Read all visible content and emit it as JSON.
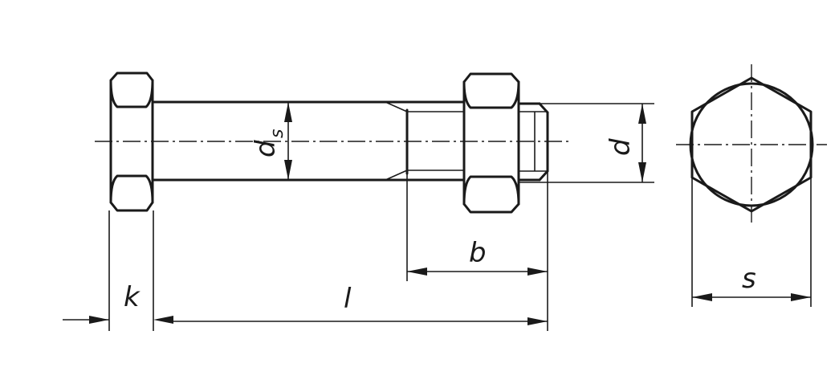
{
  "labels": {
    "ds": "d",
    "ds_sub": "s",
    "d": "d",
    "b": "b",
    "k": "k",
    "l": "l",
    "s": "s"
  },
  "colors": {
    "ink": "#1a1a1a",
    "paper": "#ffffff"
  }
}
